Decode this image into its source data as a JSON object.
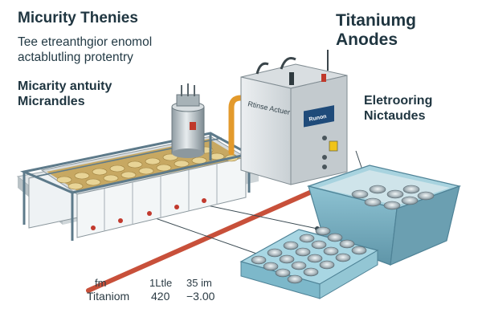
{
  "header_left": {
    "title": "Micurity Thenies",
    "subtitle_line1": "Tee etreanthgior enomol",
    "subtitle_line2": "actablutling protentry"
  },
  "header_right": {
    "title_line1": "Titaniumg",
    "title_line2": "Anodes"
  },
  "left_label": {
    "line1": "Micarity antuity",
    "line2": "Micrandles"
  },
  "right_label": {
    "line1": "Eletrooring",
    "line2": "Nictaudes"
  },
  "cabinet": {
    "label": "Rtinse Actuer",
    "badge": "Runon"
  },
  "legend": {
    "row1": [
      "fm",
      "1Ltle",
      "35 im"
    ],
    "row2": [
      "Titaniom",
      "420",
      "−3.00"
    ]
  },
  "colors": {
    "text_dark": "#1f3540",
    "rod_red": "#c8503a",
    "tray_blue": "#8ec6d6",
    "tub_blue": "#6fa6b8",
    "frame_steel": "#5d7a8a",
    "pipe_orange": "#e39a2c"
  }
}
